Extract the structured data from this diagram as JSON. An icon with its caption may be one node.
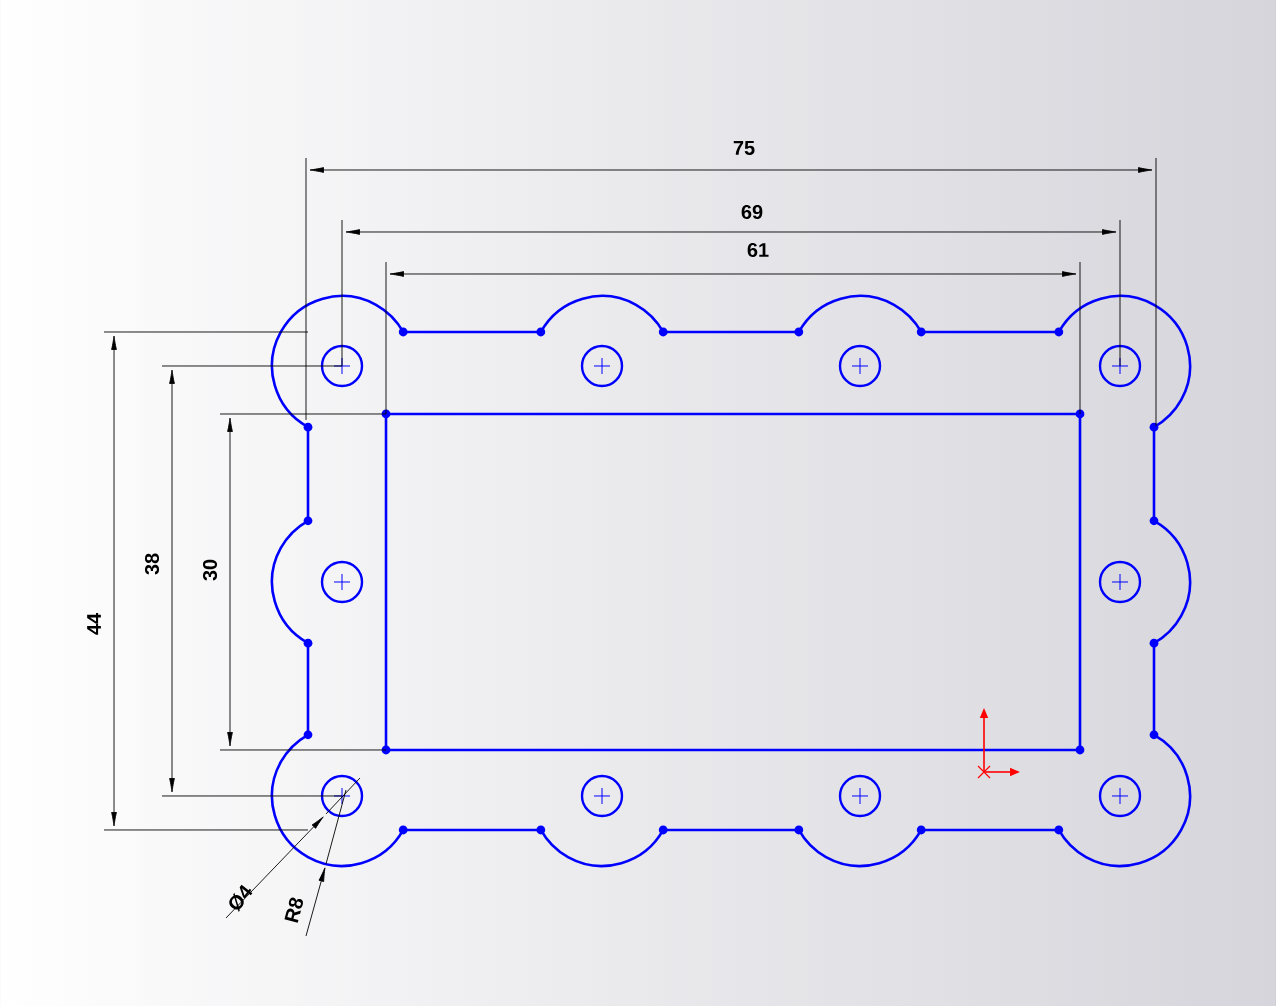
{
  "diagram": {
    "labels": [
      "75",
      "69",
      "61",
      "44",
      "38",
      "30",
      "Ø4",
      "R8"
    ]
  }
}
